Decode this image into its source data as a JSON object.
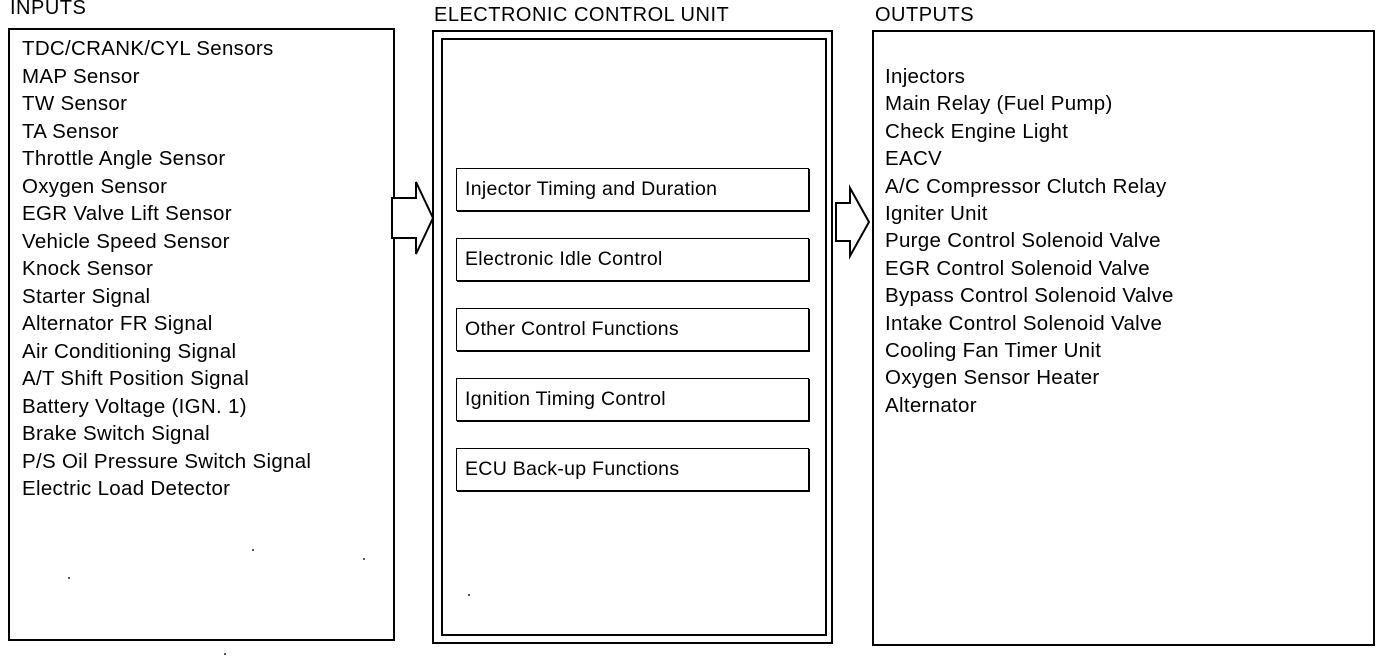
{
  "inputs": {
    "heading": "INPUTS",
    "items": [
      "TDC/CRANK/CYL Sensors",
      "MAP Sensor",
      "TW Sensor",
      "TA Sensor",
      "Throttle Angle Sensor",
      "Oxygen Sensor",
      "EGR Valve Lift Sensor",
      "Vehicle Speed Sensor",
      "Knock Sensor",
      "Starter Signal",
      "Alternator FR Signal",
      "Air Conditioning Signal",
      "A/T Shift Position Signal",
      "Battery Voltage (IGN. 1)",
      "Brake Switch Signal",
      "P/S Oil Pressure Switch Signal",
      "Electric Load Detector"
    ]
  },
  "ecu": {
    "heading": "ELECTRONIC CONTROL UNIT",
    "functions": [
      "Injector Timing and Duration",
      "Electronic Idle Control",
      "Other Control Functions",
      "Ignition Timing Control",
      "ECU Back-up Functions"
    ]
  },
  "outputs": {
    "heading": "OUTPUTS",
    "items": [
      "Injectors",
      "Main Relay (Fuel Pump)",
      "Check Engine Light",
      "EACV",
      "A/C Compressor Clutch Relay",
      "Igniter Unit",
      "Purge Control Solenoid Valve",
      "EGR Control Solenoid Valve",
      "Bypass Control Solenoid Valve",
      "Intake Control Solenoid Valve",
      "Cooling Fan Timer Unit",
      "Oxygen Sensor Heater",
      "Alternator"
    ]
  }
}
